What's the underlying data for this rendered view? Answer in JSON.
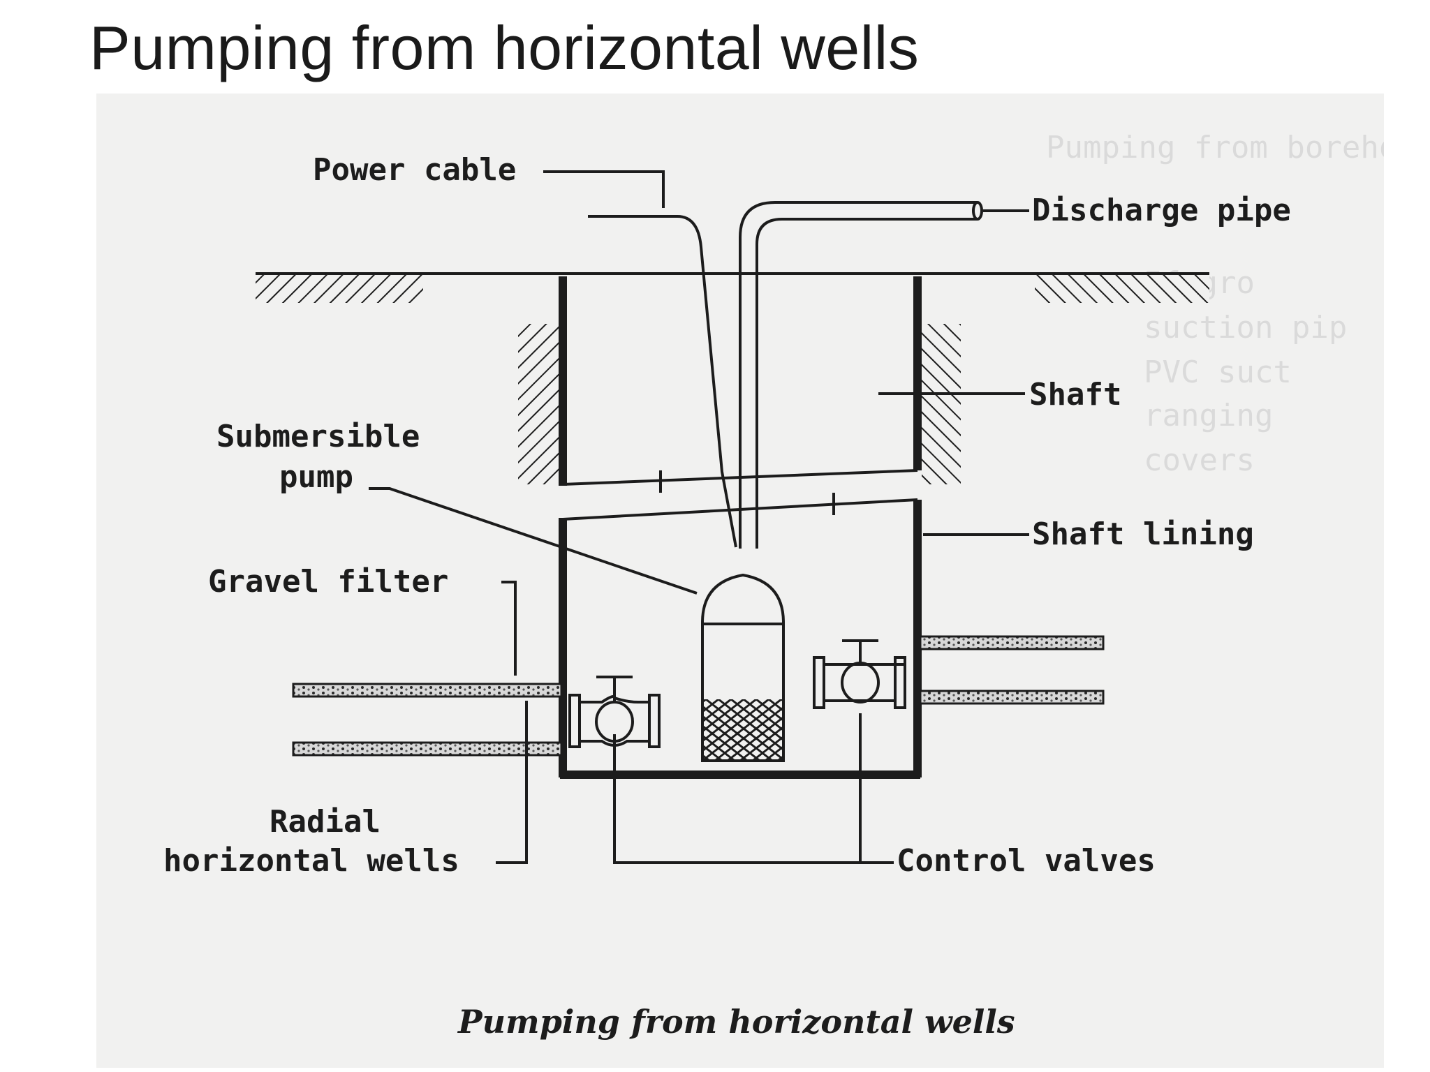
{
  "title": "Pumping from horizontal wells",
  "figure": {
    "caption": "Pumping from horizontal wells",
    "labels": {
      "power_cable": "Power cable",
      "discharge_pipe": "Discharge pipe",
      "shaft": "Shaft",
      "submersible_pump_line1": "Submersible",
      "submersible_pump_line2": "pump",
      "shaft_lining": "Shaft lining",
      "gravel_filter": "Gravel filter",
      "radial_wells_line1": "Radial",
      "radial_wells_line2": "horizontal wells",
      "control_valves": "Control valves"
    }
  },
  "colors": {
    "slide_background": "#ffffff",
    "figure_background": "#f1f1f0",
    "ink": "#1c1c1c",
    "bleed_through_text": "#c9c9c9"
  }
}
